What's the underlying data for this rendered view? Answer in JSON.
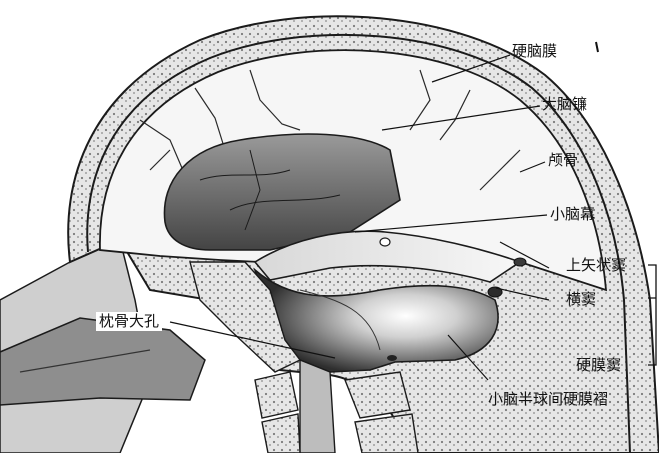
{
  "labels": {
    "dura_mater": "硬脑膜",
    "falx_cerebri": "大脑镰",
    "skull": "颅骨",
    "tentorium_cerebelli": "小脑幕",
    "superior_sagittal_sinus": "上矢状窦",
    "transverse_sinus": "横窦",
    "dural_sinuses": "硬膜窦",
    "foramen_magnum": "枕骨大孔",
    "falx_cerebelli": "小脑半球间硬膜褶"
  },
  "colors": {
    "ink": "#1b1b1b",
    "bone": "#d9d9d9",
    "membrane": "#f2f2f2",
    "shadow": "#6e6e6e"
  }
}
